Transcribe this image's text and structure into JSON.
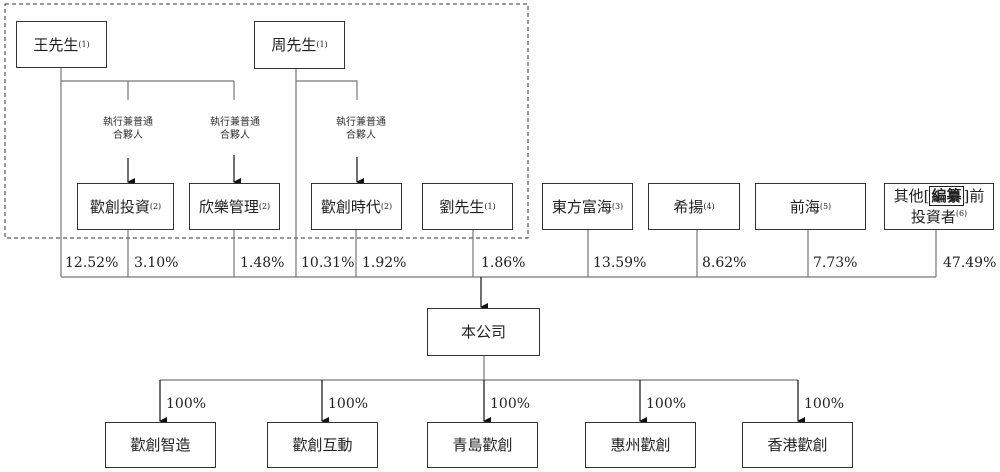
{
  "shareholders_top": {
    "wang": {
      "name": "王先生",
      "note": "(1)"
    },
    "zhou": {
      "name": "周先生",
      "note": "(1)"
    }
  },
  "role_label": {
    "line1": "執行兼普通",
    "line2": "合夥人"
  },
  "entities": [
    {
      "name": "歡創投資",
      "note": "(2)",
      "pct": "3.10%"
    },
    {
      "name": "欣樂管理",
      "note": "(2)",
      "pct": "1.48%"
    },
    {
      "name": "歡創時代",
      "note": "(2)",
      "pct": "1.92%"
    },
    {
      "name": "劉先生",
      "note": "(1)",
      "pct": "1.86%"
    },
    {
      "name": "東方富海",
      "note": "(3)",
      "pct": "13.59%"
    },
    {
      "name": "希揚",
      "note": "(4)",
      "pct": "8.62%"
    },
    {
      "name": "前海",
      "note": "(5)",
      "pct": "7.73%"
    }
  ],
  "other_investors": {
    "prefix": "其他[",
    "redacted": "編纂",
    "suffix": "]前",
    "line2": "投資者",
    "note": "(6)",
    "pct": "47.49%"
  },
  "direct_pct": {
    "wang": "12.52%",
    "zhou": "10.31%"
  },
  "company": {
    "name": "本公司"
  },
  "subsidiaries": [
    {
      "name": "歡創智造",
      "pct": "100%"
    },
    {
      "name": "歡創互動",
      "pct": "100%"
    },
    {
      "name": "青島歡創",
      "pct": "100%"
    },
    {
      "name": "惠州歡創",
      "pct": "100%"
    },
    {
      "name": "香港歡創",
      "pct": "100%"
    }
  ]
}
